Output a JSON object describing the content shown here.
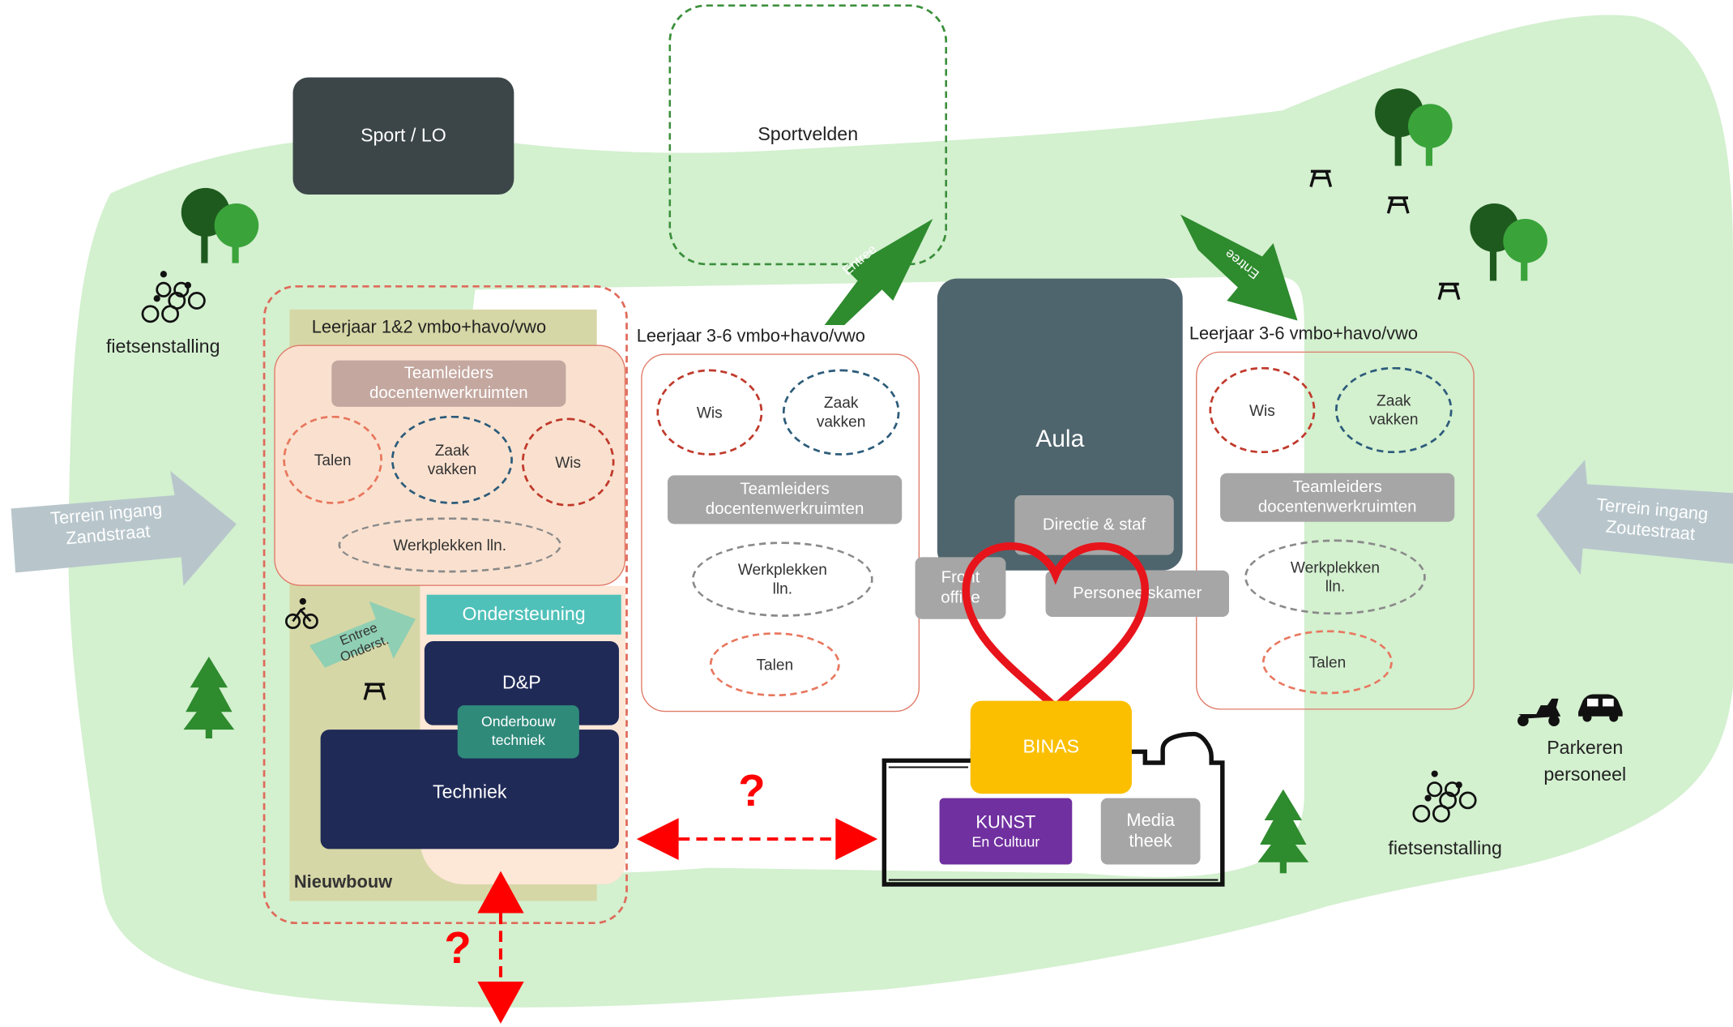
{
  "rooms": {
    "sport": "Sport / LO",
    "sportvelden": "Sportvelden",
    "aula": "Aula",
    "directie": "Directie & staf",
    "front_office": "Front office",
    "personeelskamer": "Personeelskamer",
    "binas": "BINAS",
    "kunst": "KUNST",
    "kunst_sub": "En Cultuur",
    "mediatheek_1": "Media",
    "mediatheek_2": "theek",
    "ondersteuning": "Ondersteuning",
    "dp": "D&P",
    "onderbouw_techniek_1": "Onderbouw",
    "onderbouw_techniek_2": "techniek",
    "techniek": "Techniek",
    "nieuwbouw": "Nieuwbouw",
    "entree_onderst_1": "Entree",
    "entree_onderst_2": "Onderst."
  },
  "entrances": {
    "entree_left": "Entree",
    "entree_right": "Entree",
    "terrein_left_1": "Terrein ingang",
    "terrein_left_2": "Zandstraat",
    "terrein_right_1": "Terrein ingang",
    "terrein_right_2": "Zoutestraat"
  },
  "wings": {
    "left": {
      "title": "Leerjaar 1&2 vmbo+havo/vwo",
      "teamleiders_1": "Teamleiders",
      "teamleiders_2": "docentenwerkruimten",
      "talen": "Talen",
      "zaak_1": "Zaak",
      "zaak_2": "vakken",
      "wis": "Wis",
      "werkplekken": "Werkplekken lln."
    },
    "middle": {
      "title": "Leerjaar 3-6 vmbo+havo/vwo",
      "wis": "Wis",
      "zaak_1": "Zaak",
      "zaak_2": "vakken",
      "teamleiders_1": "Teamleiders",
      "teamleiders_2": "docentenwerkruimten",
      "werkplekken_1": "Werkplekken",
      "werkplekken_2": "lln.",
      "talen": "Talen"
    },
    "right": {
      "title": "Leerjaar 3-6 vmbo+havo/vwo",
      "wis": "Wis",
      "zaak_1": "Zaak",
      "zaak_2": "vakken",
      "teamleiders_1": "Teamleiders",
      "teamleiders_2": "docentenwerkruimten",
      "werkplekken_1": "Werkplekken",
      "werkplekken_2": "lln.",
      "talen": "Talen"
    }
  },
  "facilities": {
    "fiets_left": "fietsenstalling",
    "fiets_right": "fietsenstalling",
    "parkeren_1": "Parkeren",
    "parkeren_2": "personeel"
  },
  "questions": {
    "q_horizontal": "?",
    "q_vertical": "?"
  },
  "colors": {
    "grass": "#d3f0cf",
    "dark_room": "#3c4649",
    "aula": "#4f656d",
    "binas": "#fbbf00",
    "kunst": "#7030a0",
    "navy": "#1f2a57",
    "teal": "#4fc1b9",
    "heart": "#e8141b",
    "arrow_red": "#ff0000",
    "entree_green": "#2e8b2e"
  },
  "icons": [
    "tree-icon",
    "pine-tree-icon",
    "bicycle-icon",
    "picnic-table-icon",
    "car-icon",
    "scooter-icon",
    "heart-icon",
    "double-arrow-icon"
  ]
}
